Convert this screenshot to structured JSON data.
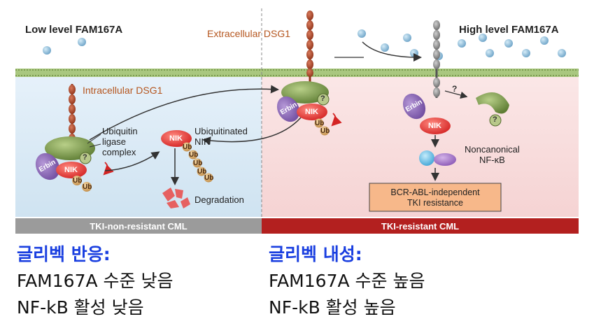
{
  "header": {
    "left_title": "Low level FAM167A",
    "right_title": "High level FAM167A",
    "extracellular_label": "Extracellular DSG1",
    "intracellular_label": "Intracellular DSG1"
  },
  "left_panel": {
    "ubiquitin_complex_label": "Ubiquitin\nligase\ncomplex",
    "ubiquitinated_label": "Ubiquitinated\nNIK",
    "degradation_label": "Degradation",
    "erbin": "Erbin",
    "nik": "NIK",
    "question": "?",
    "ub": "Ub",
    "bar_label": "TKI-non-resistant CML"
  },
  "right_panel": {
    "erbin": "Erbin",
    "nik": "NIK",
    "question": "?",
    "ub": "Ub",
    "noncanonical_label": "Noncanonical\nNF-κB",
    "resistance_box": "BCR-ABL-independent\nTKI resistance",
    "bar_label": "TKI-resistant CML"
  },
  "korean": {
    "left": {
      "title": "글리벡 반응:",
      "line1": "FAM167A 수준 낮음",
      "line2": "NF-kB 활성 낮음"
    },
    "right": {
      "title": "글리벡 내성:",
      "line1": "FAM167A 수준 높음",
      "line2": "NF-kB 활성 높음"
    }
  },
  "colors": {
    "left_bg": "#dcebf6",
    "right_bg": "#f9dede",
    "left_bar": "#9b9b9b",
    "right_bar": "#b3201f",
    "korean_title": "#1a3fe0",
    "nik": "#e23838",
    "erbin": "#8a63b8",
    "complex_green": "#7a9a4a",
    "dsg1": "#a7442c",
    "ligand": "#8ab8d6"
  }
}
